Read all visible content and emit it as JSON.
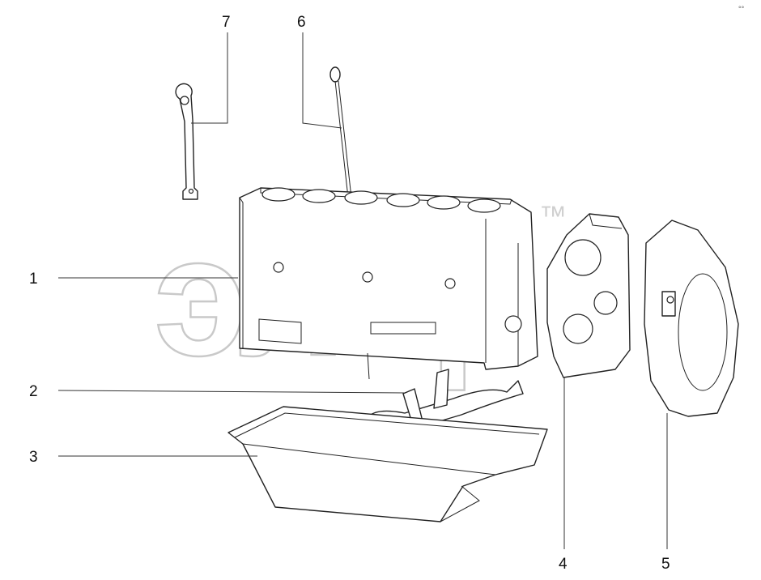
{
  "diagram": {
    "callouts": [
      "1",
      "2",
      "3",
      "4",
      "5",
      "6",
      "7"
    ],
    "watermark": "элер",
    "trademark": "™",
    "corner_mark": "°°",
    "colors": {
      "line": "#222222",
      "watermark": "#c9c9c9",
      "background": "#ffffff"
    }
  }
}
